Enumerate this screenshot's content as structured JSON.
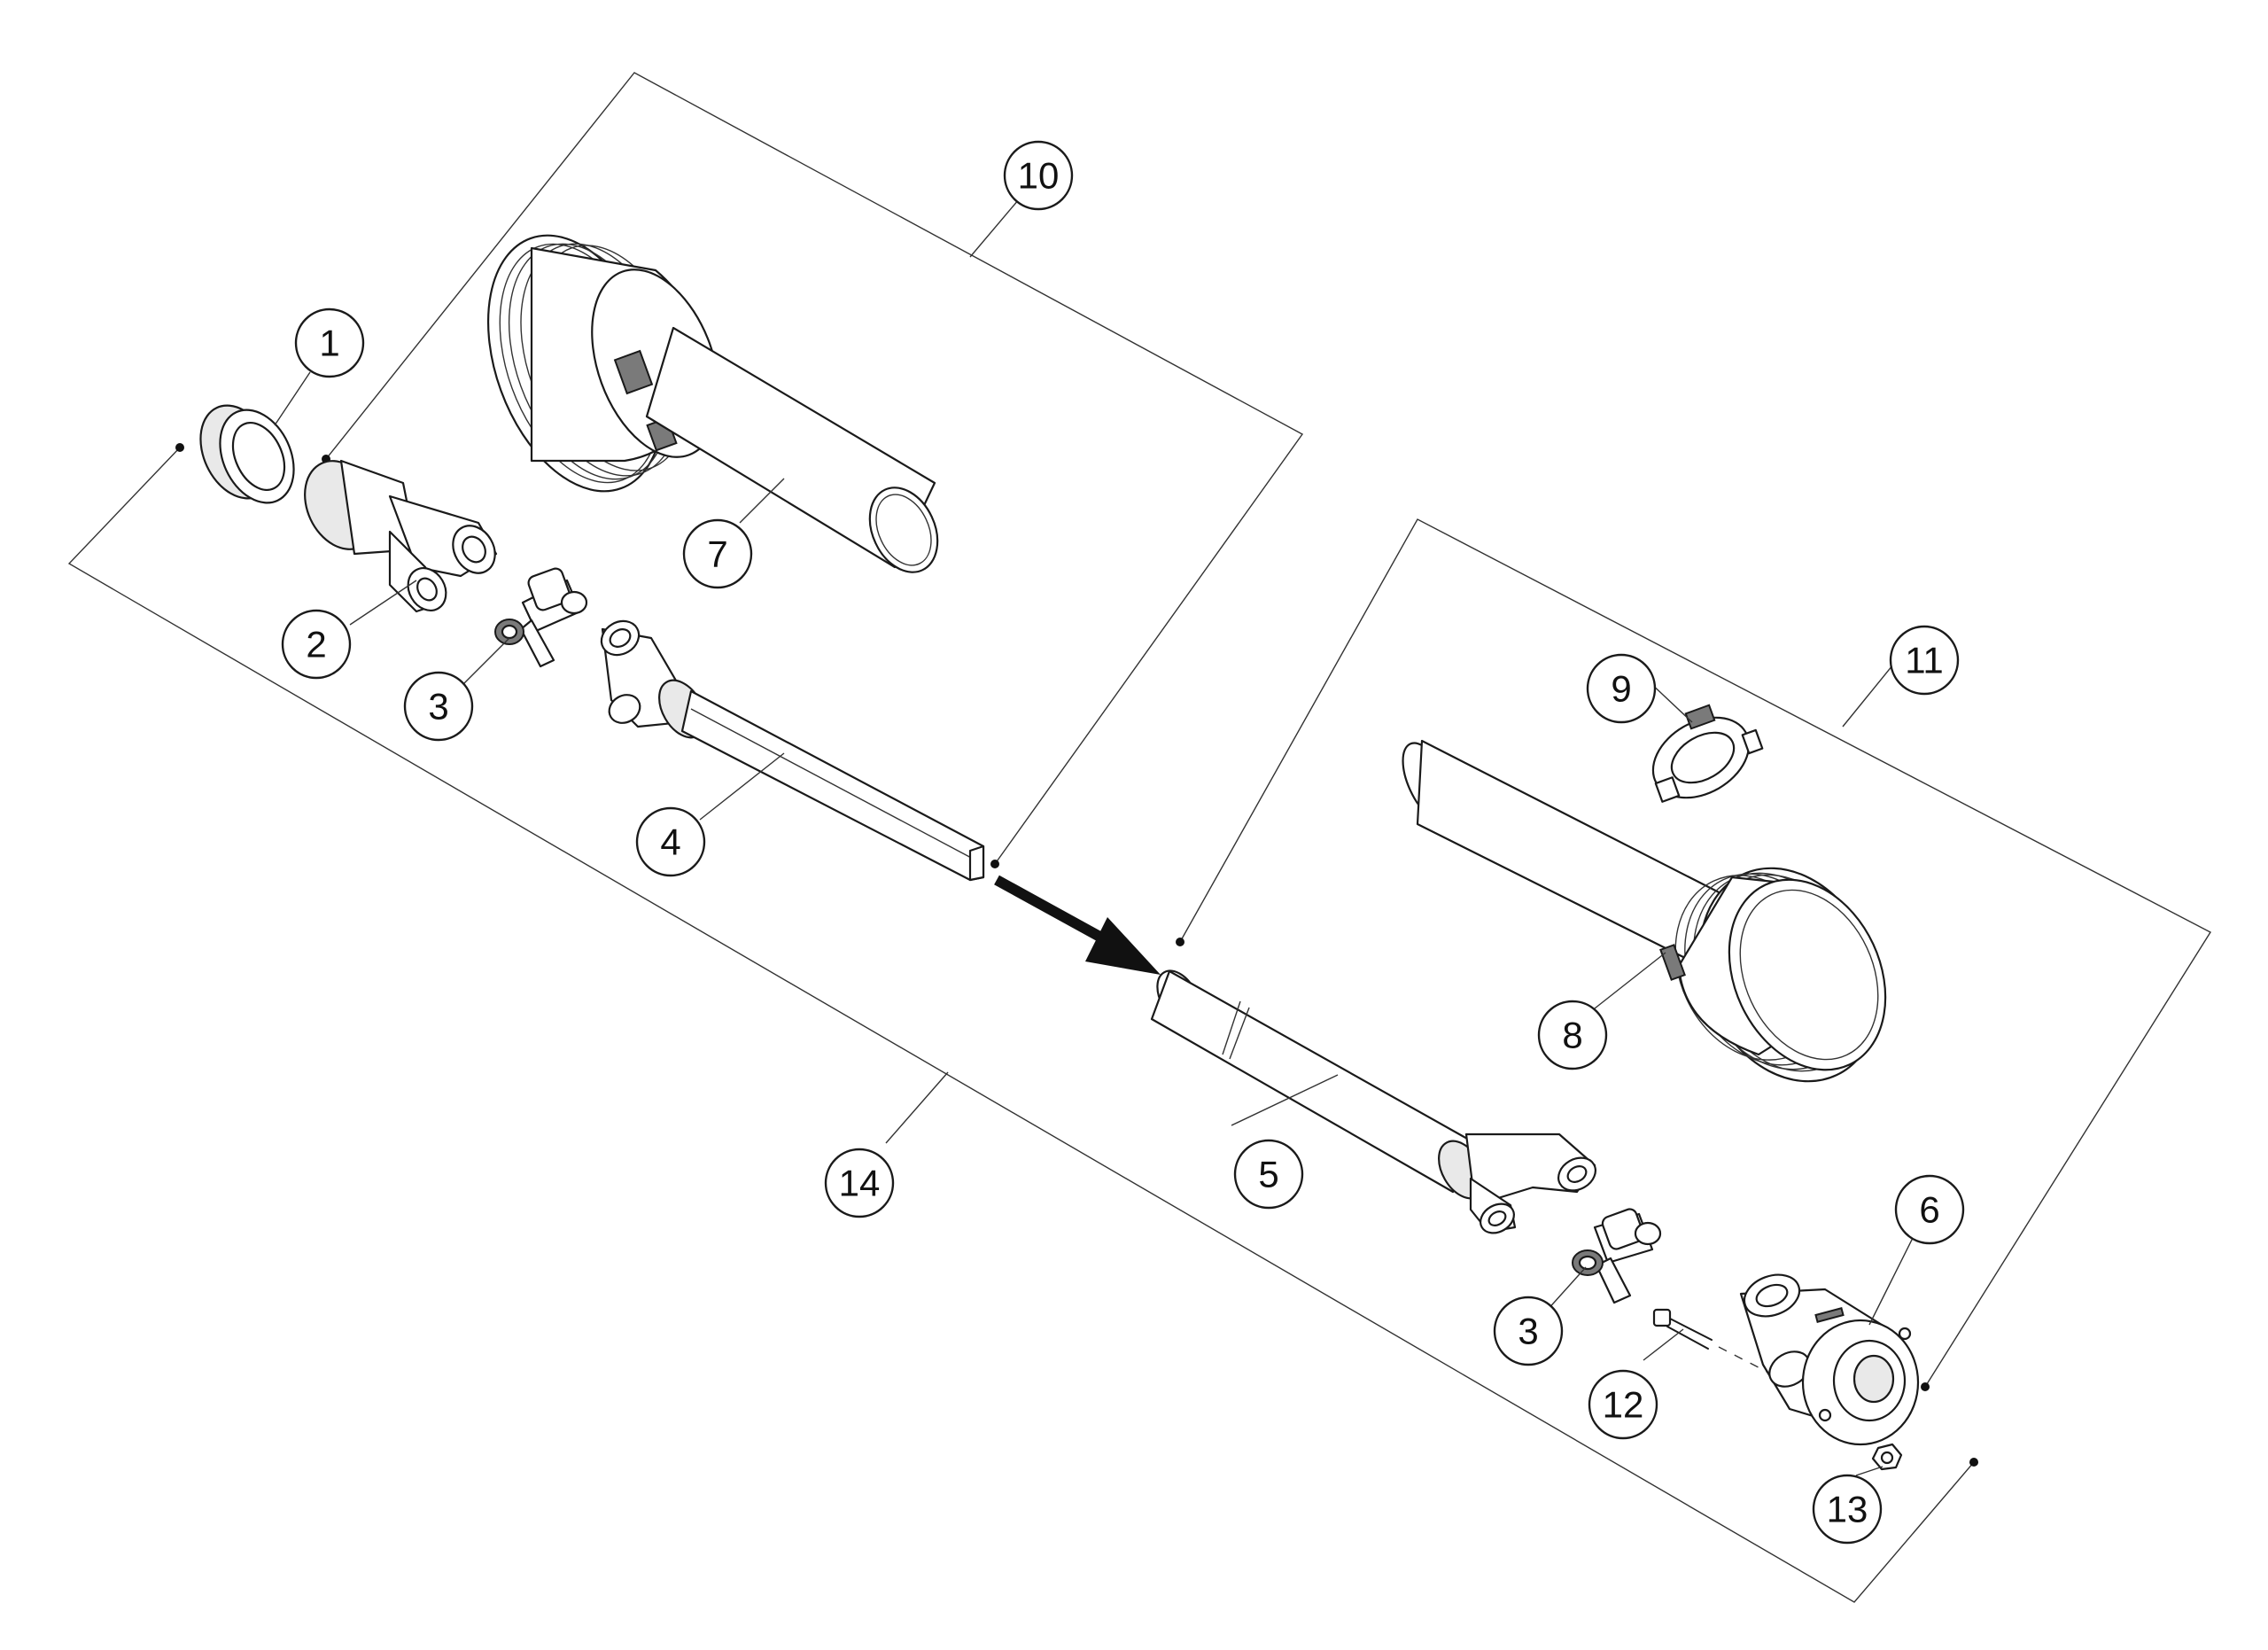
{
  "diagram": {
    "type": "exploded-parts-view",
    "callouts": [
      {
        "id": "c1",
        "label": "1"
      },
      {
        "id": "c2",
        "label": "2"
      },
      {
        "id": "c3a",
        "label": "3"
      },
      {
        "id": "c3b",
        "label": "3"
      },
      {
        "id": "c4",
        "label": "4"
      },
      {
        "id": "c5",
        "label": "5"
      },
      {
        "id": "c6",
        "label": "6"
      },
      {
        "id": "c7",
        "label": "7"
      },
      {
        "id": "c8",
        "label": "8"
      },
      {
        "id": "c9",
        "label": "9"
      },
      {
        "id": "c10",
        "label": "10"
      },
      {
        "id": "c11",
        "label": "11"
      },
      {
        "id": "c12",
        "label": "12"
      },
      {
        "id": "c13",
        "label": "13"
      },
      {
        "id": "c14",
        "label": "14"
      }
    ],
    "colors": {
      "line": "#1a1a1a",
      "background": "#ffffff",
      "shade": "#e9e9e9"
    }
  }
}
